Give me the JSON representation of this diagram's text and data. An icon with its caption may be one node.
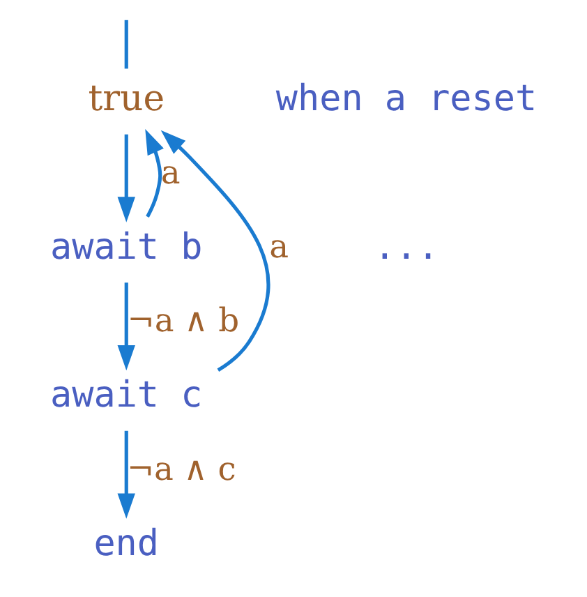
{
  "diagram": {
    "nodes": [
      {
        "text": [
          "true"
        ]
      },
      {
        "text": [
          "when a reset"
        ]
      },
      {
        "text": [
          "..."
        ]
      },
      {
        "text": [
          "await b"
        ]
      },
      {
        "text": [
          "await c"
        ]
      },
      {
        "text": [
          "end"
        ]
      }
    ],
    "edges": [
      {
        "from": null,
        "to": 0,
        "arrow": "none"
      },
      {
        "from": 0,
        "to": 3,
        "arrow": "to"
      },
      {
        "from": 3,
        "to": 0,
        "arrow": "to",
        "label": "a"
      },
      {
        "from": 3,
        "to": 4,
        "arrow": "to",
        "label": "¬a ∧ b"
      },
      {
        "from": 4,
        "to": 0,
        "arrow": "to",
        "label": "a"
      },
      {
        "from": 4,
        "to": 5,
        "arrow": "to",
        "label": "¬a ∧ c"
      }
    ]
  }
}
